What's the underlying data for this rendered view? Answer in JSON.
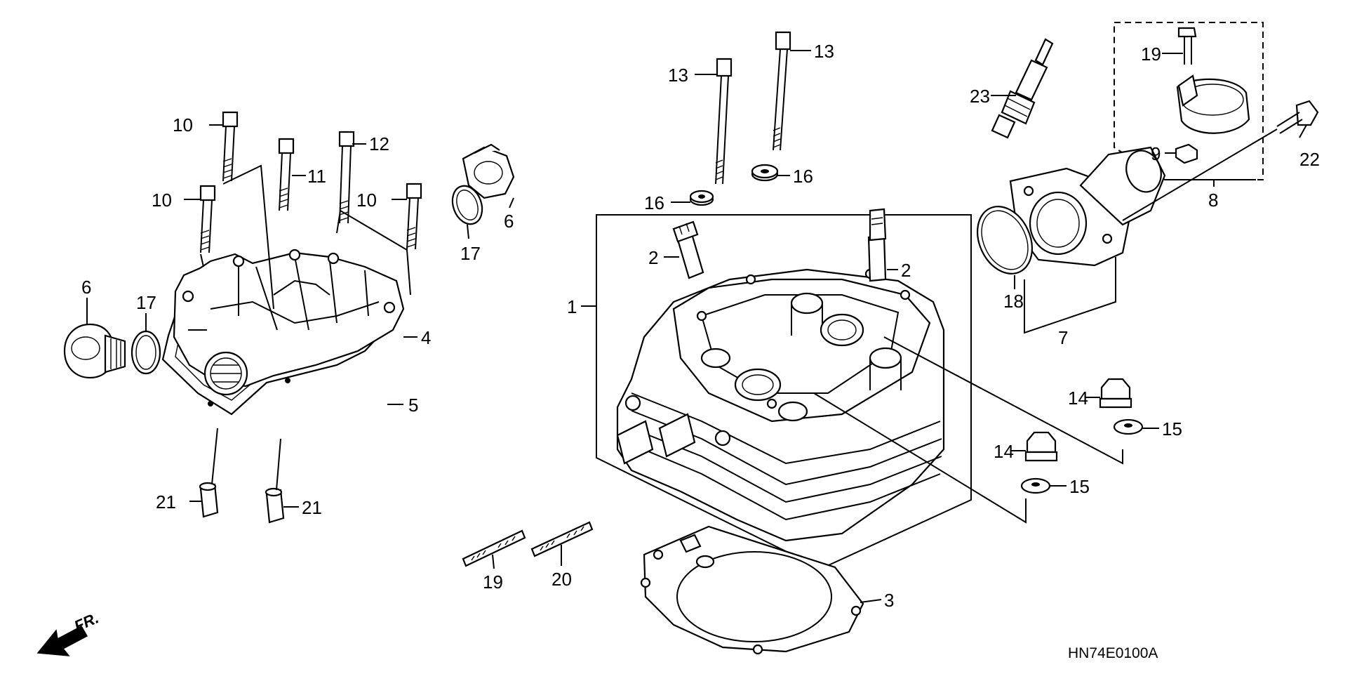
{
  "diagram": {
    "drawing_code": "HN74E0100A",
    "front_indicator": "FR.",
    "callouts": [
      {
        "id": "c1",
        "label": "1"
      },
      {
        "id": "c2a",
        "label": "2"
      },
      {
        "id": "c2b",
        "label": "2"
      },
      {
        "id": "c3",
        "label": "3"
      },
      {
        "id": "c4",
        "label": "4"
      },
      {
        "id": "c5",
        "label": "5"
      },
      {
        "id": "c6a",
        "label": "6"
      },
      {
        "id": "c6b",
        "label": "6"
      },
      {
        "id": "c7",
        "label": "7"
      },
      {
        "id": "c8",
        "label": "8"
      },
      {
        "id": "c9",
        "label": "9"
      },
      {
        "id": "c10a",
        "label": "10"
      },
      {
        "id": "c10b",
        "label": "10"
      },
      {
        "id": "c10c",
        "label": "10"
      },
      {
        "id": "c11",
        "label": "11"
      },
      {
        "id": "c12",
        "label": "12"
      },
      {
        "id": "c13a",
        "label": "13"
      },
      {
        "id": "c13b",
        "label": "13"
      },
      {
        "id": "c14a",
        "label": "14"
      },
      {
        "id": "c14b",
        "label": "14"
      },
      {
        "id": "c15a",
        "label": "15"
      },
      {
        "id": "c15b",
        "label": "15"
      },
      {
        "id": "c16a",
        "label": "16"
      },
      {
        "id": "c16b",
        "label": "16"
      },
      {
        "id": "c17a",
        "label": "17"
      },
      {
        "id": "c17b",
        "label": "17"
      },
      {
        "id": "c18",
        "label": "18"
      },
      {
        "id": "c19a",
        "label": "19"
      },
      {
        "id": "c19b",
        "label": "19"
      },
      {
        "id": "c20",
        "label": "20"
      },
      {
        "id": "c21a",
        "label": "21"
      },
      {
        "id": "c21b",
        "label": "21"
      },
      {
        "id": "c22",
        "label": "22"
      },
      {
        "id": "c23",
        "label": "23"
      }
    ]
  }
}
